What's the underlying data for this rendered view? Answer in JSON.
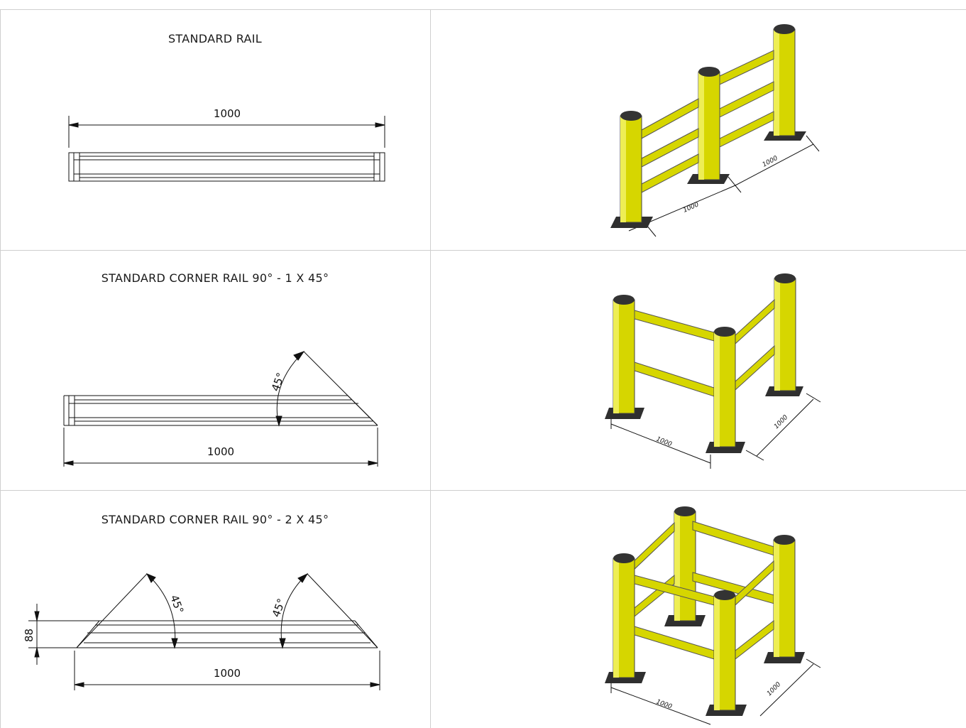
{
  "colors": {
    "rail_yellow": "#d6d600",
    "rail_dark": "#8c8c00",
    "base_dark": "#2f2f2f",
    "grid": "#cfcfcf"
  },
  "rows": [
    {
      "title": "STANDARD RAIL",
      "dims": {
        "length": "1000"
      },
      "iso_dims": {
        "a": "1000",
        "b": "1000"
      }
    },
    {
      "title": "STANDARD CORNER RAIL 90° - 1 X 45°",
      "dims": {
        "length": "1000",
        "angle": "45°"
      },
      "iso_dims": {
        "a": "1000",
        "b": "1000"
      }
    },
    {
      "title": "STANDARD CORNER RAIL 90° - 2 X 45°",
      "dims": {
        "length": "1000",
        "height": "88",
        "angle_left": "45°",
        "angle_right": "45°"
      },
      "iso_dims": {
        "a": "1000",
        "b": "1000"
      }
    }
  ]
}
